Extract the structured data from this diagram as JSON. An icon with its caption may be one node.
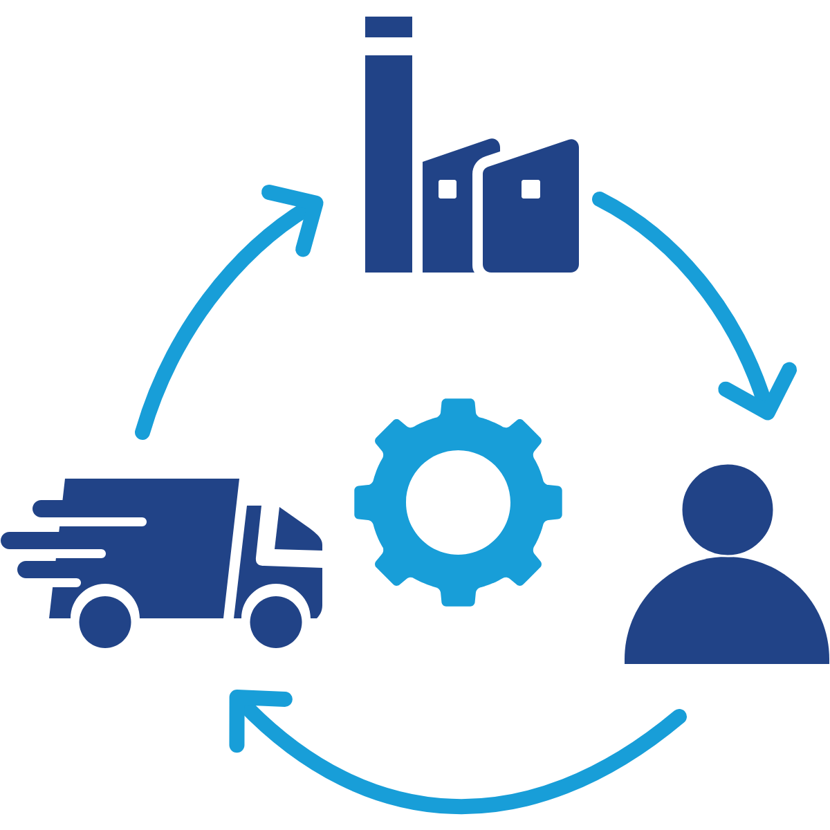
{
  "diagram": {
    "nodes": [
      {
        "text": [],
        "shape": "picture"
      },
      {
        "text": [],
        "shape": "picture"
      },
      {
        "text": [],
        "shape": "picture"
      },
      {
        "text": [],
        "shape": "person"
      }
    ],
    "edges": [
      {
        "from": 1,
        "to": 0,
        "arrow": "to"
      },
      {
        "from": 0,
        "to": 3,
        "arrow": "to"
      },
      {
        "from": 3,
        "to": 1,
        "arrow": "to"
      }
    ]
  }
}
